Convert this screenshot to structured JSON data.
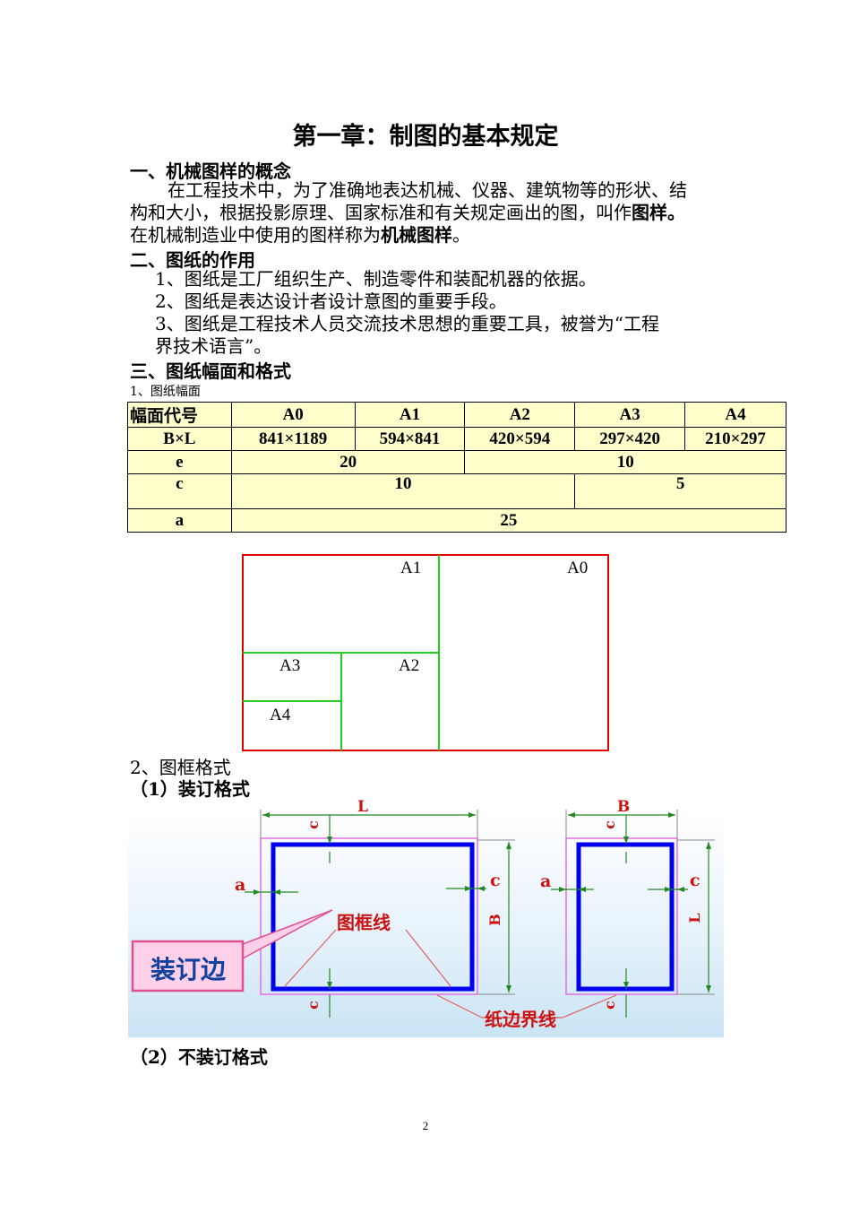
{
  "title": "第一章：制图的基本规定",
  "s1": {
    "heading": "一、机械图样的概念",
    "line1": "在工程技术中，为了准确地表达机械、仪器、建筑物等的形状、结",
    "line2a": "构和大小，根据投影原理、国家标准和有关规定画出的图，叫作",
    "line2b": "图样。",
    "line3a": "在机械制造业中使用的图样称为",
    "line3b": "机械图样",
    "line3c": "。"
  },
  "s2": {
    "heading": "二、图纸的作用",
    "item1": "1、图纸是工厂组织生产、制造零件和装配机器的依据。",
    "item2": "2、图纸是表达设计者设计意图的重要手段。",
    "item3a": "3、图纸是工程技术人员交流技术思想的重要工具，被誉为“工程",
    "item3b": "界技术语言”。"
  },
  "s3": {
    "heading": "三、图纸幅面和格式",
    "sub1": "1、图纸幅面",
    "table": {
      "header": [
        "幅面代号",
        "A0",
        "A1",
        "A2",
        "A3",
        "A4"
      ],
      "bxl_label": "B×L",
      "bxl": [
        "841×1189",
        "594×841",
        "420×594",
        "297×420",
        "210×297"
      ],
      "e_label": "e",
      "e_a": "20",
      "e_b": "10",
      "c_label": "c",
      "c_a": "10",
      "c_b": "5",
      "a_label": "a",
      "a_val": "25"
    },
    "sizes": [
      "A1",
      "A0",
      "A3",
      "A2",
      "A4"
    ],
    "sub2": "2、图框格式",
    "binding": "（1）装订格式",
    "nonbinding": "（2）不装订格式"
  },
  "diagram": {
    "L": "L",
    "B": "B",
    "c": "c",
    "a": "a",
    "frame_line": "图框线",
    "binding_edge": "装订边",
    "paper_edge": "纸边界线"
  },
  "page_number": "2"
}
